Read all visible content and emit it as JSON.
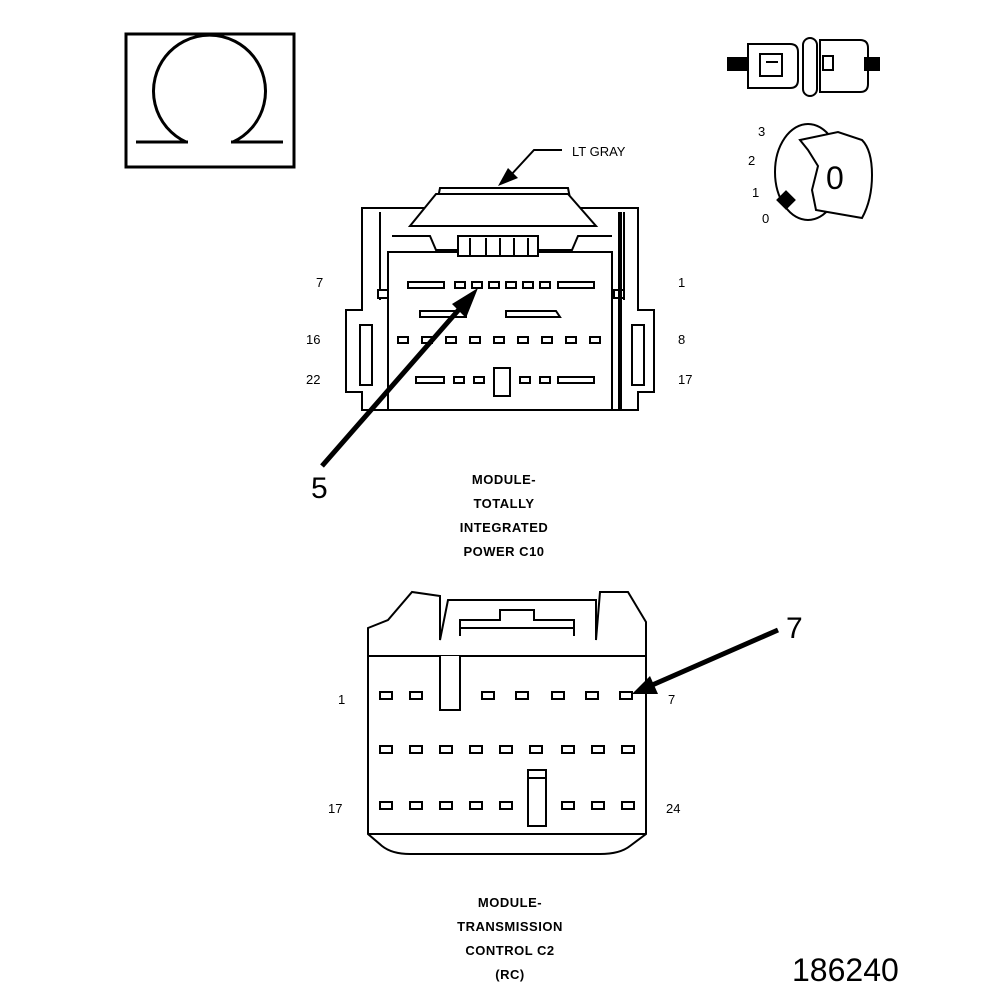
{
  "ohm_symbol": "ohm-meter-icon",
  "ignition": {
    "positions": [
      "3",
      "2",
      "1",
      "0"
    ],
    "key_text": "0"
  },
  "connector_c10": {
    "color_label": "LT GRAY",
    "pins": {
      "top_left": "7",
      "top_right": "1",
      "mid_left": "16",
      "mid_right": "8",
      "bot_left": "22",
      "bot_right": "17"
    },
    "callout": "5",
    "title_lines": [
      "MODULE-",
      "TOTALLY",
      "INTEGRATED",
      "POWER C10"
    ]
  },
  "connector_c2": {
    "pins": {
      "top_left": "1",
      "top_right": "7",
      "bot_left": "17",
      "bot_right": "24"
    },
    "callout": "7",
    "title_lines": [
      "MODULE-",
      "TRANSMISSION",
      "CONTROL C2",
      "(RC)"
    ]
  },
  "figure_number": "186240"
}
